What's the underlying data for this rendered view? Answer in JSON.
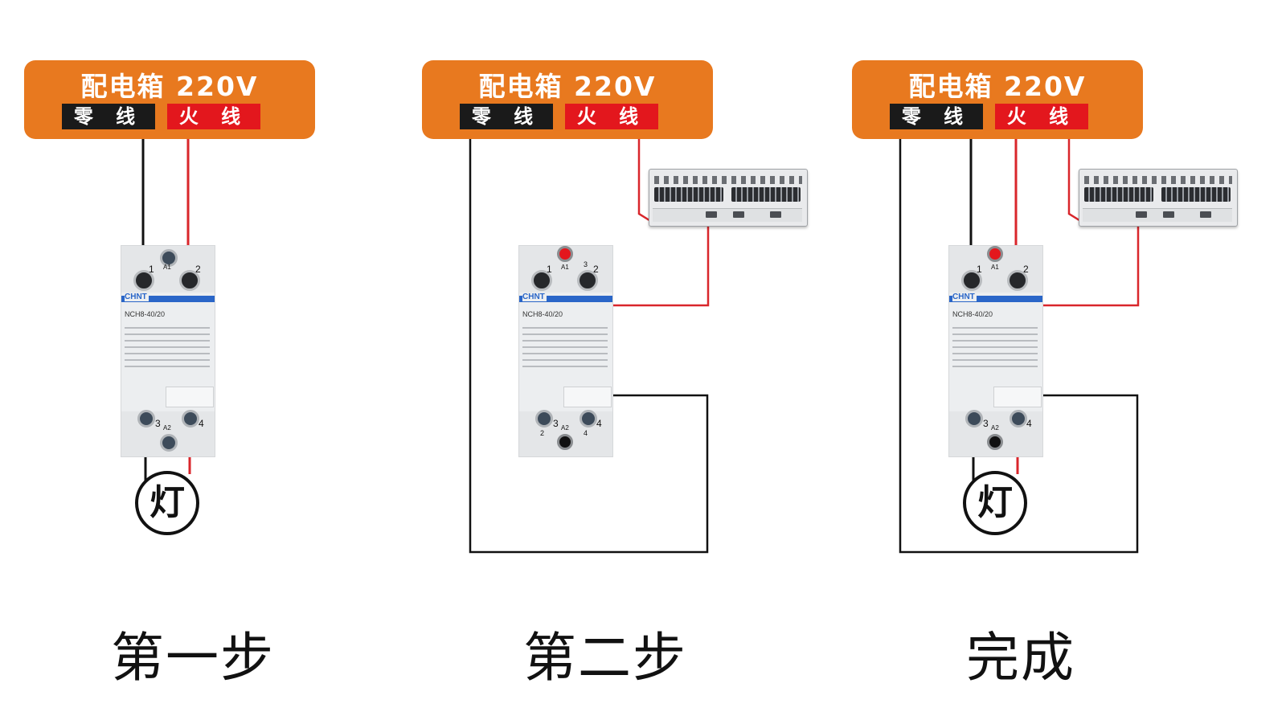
{
  "panels": [
    {
      "box": {
        "title": "配电箱 220V",
        "neutral": "零 线",
        "live": "火 线"
      },
      "step_label": "第一步",
      "contactor": {
        "brand": "CHNT",
        "model": "NCH8-40/20",
        "top_terminals": [
          "1",
          "2"
        ],
        "top_label": "A1",
        "bottom_terminals": [
          "3",
          "4"
        ],
        "bottom_label": "A2"
      },
      "lamp": "灯"
    },
    {
      "box": {
        "title": "配电箱 220V",
        "neutral": "零 线",
        "live": "火 线"
      },
      "step_label": "第二步",
      "contactor": {
        "brand": "CHNT",
        "model": "NCH8-40/20",
        "top_terminals": [
          "1",
          "3",
          "2"
        ],
        "top_label": "A1",
        "bottom_terminals": [
          "3",
          "4",
          "2",
          "4"
        ],
        "bottom_label": "A2"
      }
    },
    {
      "box": {
        "title": "配电箱 220V",
        "neutral": "零 线",
        "live": "火 线"
      },
      "step_label": "完成",
      "contactor": {
        "brand": "CHNT",
        "model": "NCH8-40/20",
        "top_terminals": [
          "1",
          "2"
        ],
        "top_label": "A1",
        "bottom_terminals": [
          "3",
          "4"
        ],
        "bottom_label": "A2"
      },
      "lamp": "灯"
    }
  ],
  "colors": {
    "box": "#e8791f",
    "neutral": "#1a1a1a",
    "live": "#e3171d",
    "wire_live": "#d9262b"
  }
}
